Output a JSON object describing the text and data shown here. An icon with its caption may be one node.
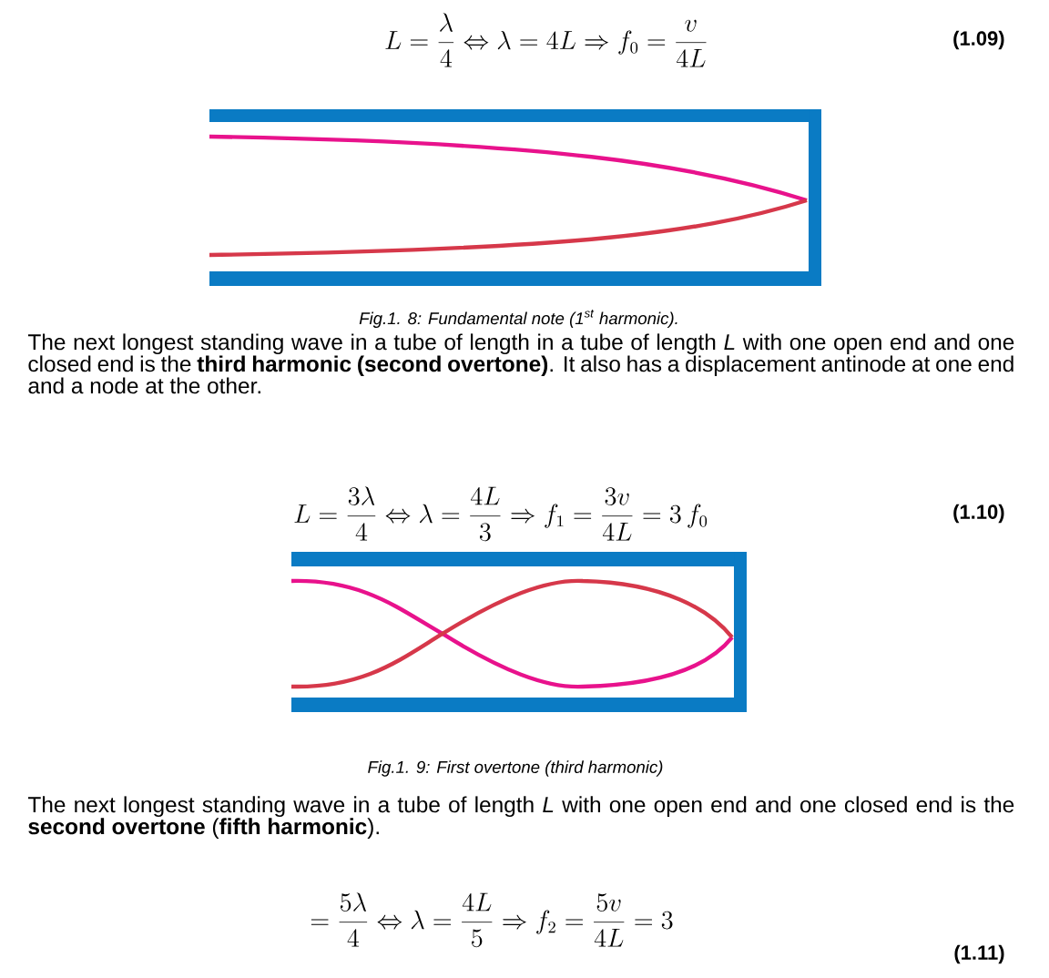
{
  "diagram": {
    "labels": [
      "L = \\frac{\\lambda}{4} \\Leftrightarrow \\lambda = 4L \\Rightarrow f_0 = \\frac{v}{4L}",
      "(1.09)",
      "Fig.1. 8:  Fundamental note (1$^{st}$ harmonic).",
      "The next longest standing wave in a tube of length in a tube of length *L* with one open end and one closed end is the **third harmonic (second overtone)**.  It also has a displacement antinode at one end and a node at the other.",
      "L = \\frac{3\\lambda}{4} \\Leftrightarrow \\lambda = \\frac{4L}{3} \\Rightarrow f_1 = \\frac{3v}{4L} = 3\\, f_0",
      "(1.10)",
      "Fig.1. 9: First overtone (third harmonic)",
      "The next longest standing wave in a tube of length *L* with one open end and one closed end is the **second overtone** (**fifth harmonic**).",
      "= \\frac{5\\lambda}{4} \\Leftrightarrow \\lambda = \\frac{4L}{5} \\Rightarrow f_2 = \\frac{5v}{4L} = 3",
      "(1.11)"
    ]
  }
}
